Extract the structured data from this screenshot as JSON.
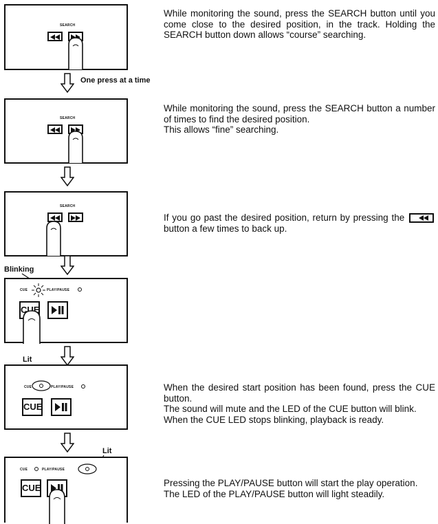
{
  "panel_labels": {
    "search": "SEARCH",
    "cue_small": "CUE",
    "play_pause_small": "PLAY/PAUSE",
    "cue_button": "CUE"
  },
  "callouts": {
    "one_press": "One press at a time",
    "blinking": "Blinking",
    "lit_1": "Lit",
    "lit_2": "Lit"
  },
  "steps": [
    {
      "text": "While monitoring the sound, press the SEARCH button until you come close to the desired position, in the track. Holding the SEARCH button down allows “course” searching."
    },
    {
      "text_1": "While monitoring the sound, press the SEARCH button a number of times to find the desired position.",
      "text_2": "This allows “fine” searching."
    },
    {
      "text_before": "If you go past the desired position, return by pressing the",
      "text_after": "button a few times to back up."
    },
    {
      "text_1": "When the desired start position has been found, press the CUE button.",
      "text_2": "The sound will mute and the LED of the CUE button will blink.",
      "text_3": "When the CUE LED stops blinking, playback is ready."
    },
    {
      "text_1": "Pressing the PLAY/PAUSE button will start the play operation.",
      "text_2": "The LED of the PLAY/PAUSE button will light steadily."
    }
  ],
  "icons": {
    "rewind": "rewind-icon",
    "fast_forward": "fast-forward-icon",
    "play_pause": "play-pause-icon",
    "finger": "finger-icon",
    "down_arrow": "down-arrow-icon"
  }
}
